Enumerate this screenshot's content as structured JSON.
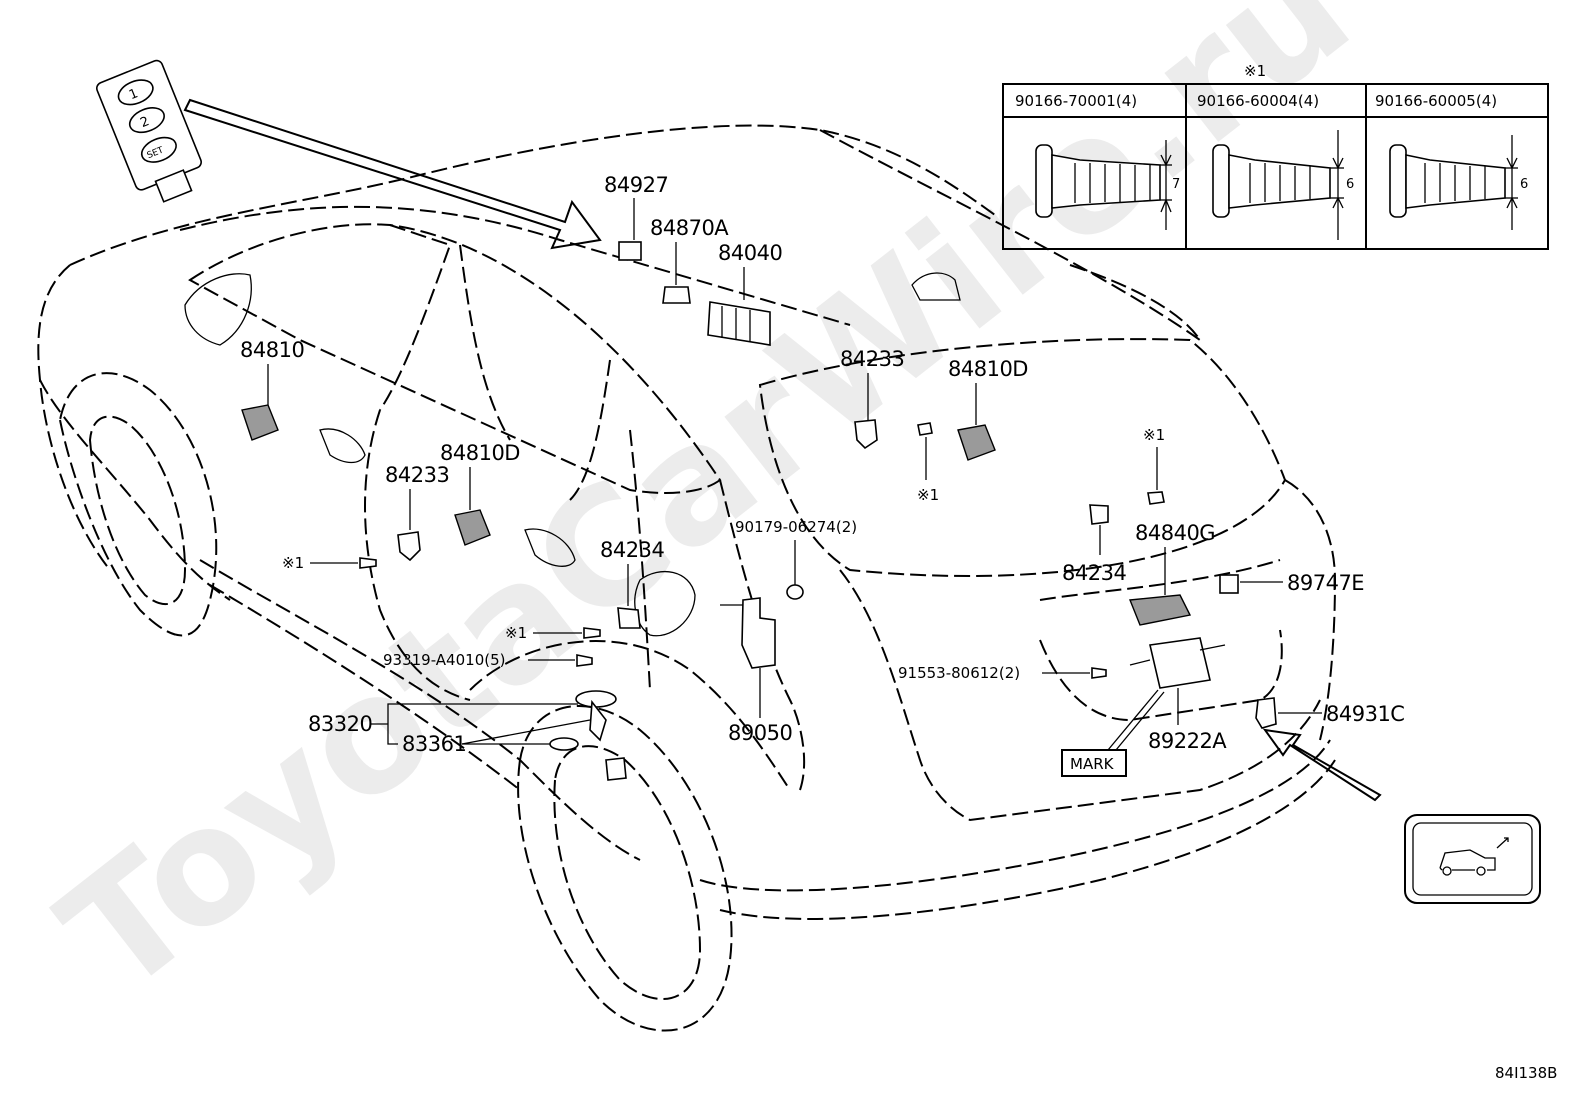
{
  "watermark": "ToyotaCarWire.ru",
  "diagram_code": "84I138B",
  "note_symbol": "※1",
  "mark_label": "MARK",
  "table": {
    "note": "※1",
    "columns": [
      {
        "header": "90166-70001(4)",
        "dim": "7"
      },
      {
        "header": "90166-60004(4)",
        "dim": "6"
      },
      {
        "header": "90166-60005(4)",
        "dim": "6"
      }
    ]
  },
  "parts": {
    "p84927": "84927",
    "p84870A": "84870A",
    "p84040": "84040",
    "p84810": "84810",
    "p84233_left": "84233",
    "p84810D_left": "84810D",
    "p84234_left": "84234",
    "p84233_right": "84233",
    "p84810D_right": "84810D",
    "p84234_right": "84234",
    "p84840G": "84840G",
    "p89747E": "89747E",
    "p84931C": "84931C",
    "p89222A": "89222A",
    "p89050": "89050",
    "p90179": "90179-06274(2)",
    "p91553": "91553-80612(2)",
    "p93319": "93319-A4010(5)",
    "p83320": "83320",
    "p83361": "83361"
  },
  "switch_panel": {
    "buttons": [
      "1",
      "2",
      "SET"
    ]
  }
}
